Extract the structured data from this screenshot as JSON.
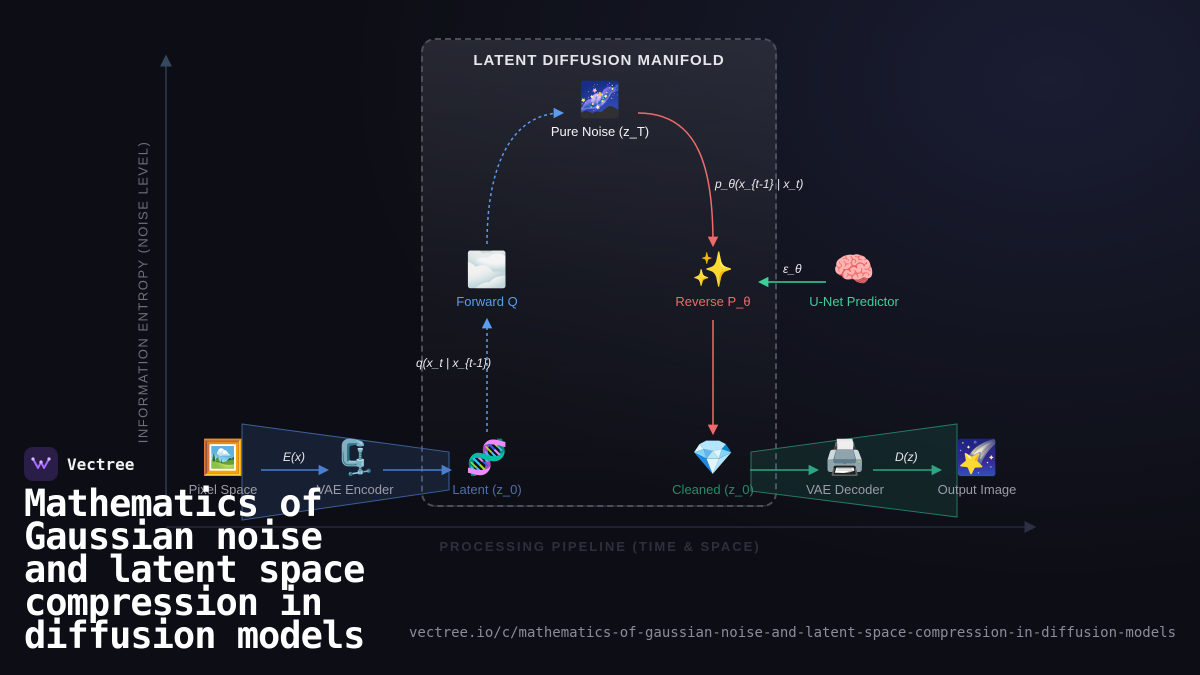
{
  "manifold": {
    "title": "LATENT DIFFUSION MANIFOLD"
  },
  "axes": {
    "y_label": "INFORMATION ENTROPY (NOISE LEVEL)",
    "x_label": "PROCESSING PIPELINE (TIME & SPACE)"
  },
  "nodes": {
    "pure_noise": {
      "label": "Pure Noise (z_T)",
      "icon": "galaxy-icon"
    },
    "forward_q": {
      "label": "Forward Q",
      "icon": "fog-icon"
    },
    "reverse_p": {
      "label": "Reverse P_θ",
      "icon": "sparkles-icon"
    },
    "unet": {
      "label": "U-Net Predictor",
      "icon": "brain-icon"
    },
    "pixel_space": {
      "label": "Pixel Space",
      "icon": "framed-picture-icon"
    },
    "vae_encoder": {
      "label": "VAE Encoder",
      "icon": "clamp-icon"
    },
    "latent": {
      "label": "Latent (z_0)",
      "icon": "dna-icon"
    },
    "cleaned": {
      "label": "Cleaned (z_0)",
      "icon": "gem-icon"
    },
    "vae_decoder": {
      "label": "VAE Decoder",
      "icon": "printer-icon"
    },
    "output_image": {
      "label": "Output Image",
      "icon": "shooting-star-icon"
    }
  },
  "formulas": {
    "forward": "q(x_t | x_{t-1})",
    "reverse": "p_θ(x_{t-1} | x_t)",
    "epsilon": "ε_θ",
    "encode": "E(x)",
    "decode": "D(z)"
  },
  "colors": {
    "forward": "#5b9cf0",
    "reverse": "#ef6b6b",
    "unet": "#3fcf9a",
    "encoder_path": "#4a7fcf",
    "decoder_path": "#2fa583"
  },
  "brand": {
    "name": "Vectree"
  },
  "headline": "Mathematics of Gaussian noise and latent space compression in diffusion models",
  "url": "vectree.io/c/mathematics-of-gaussian-noise-and-latent-space-compression-in-diffusion-models"
}
